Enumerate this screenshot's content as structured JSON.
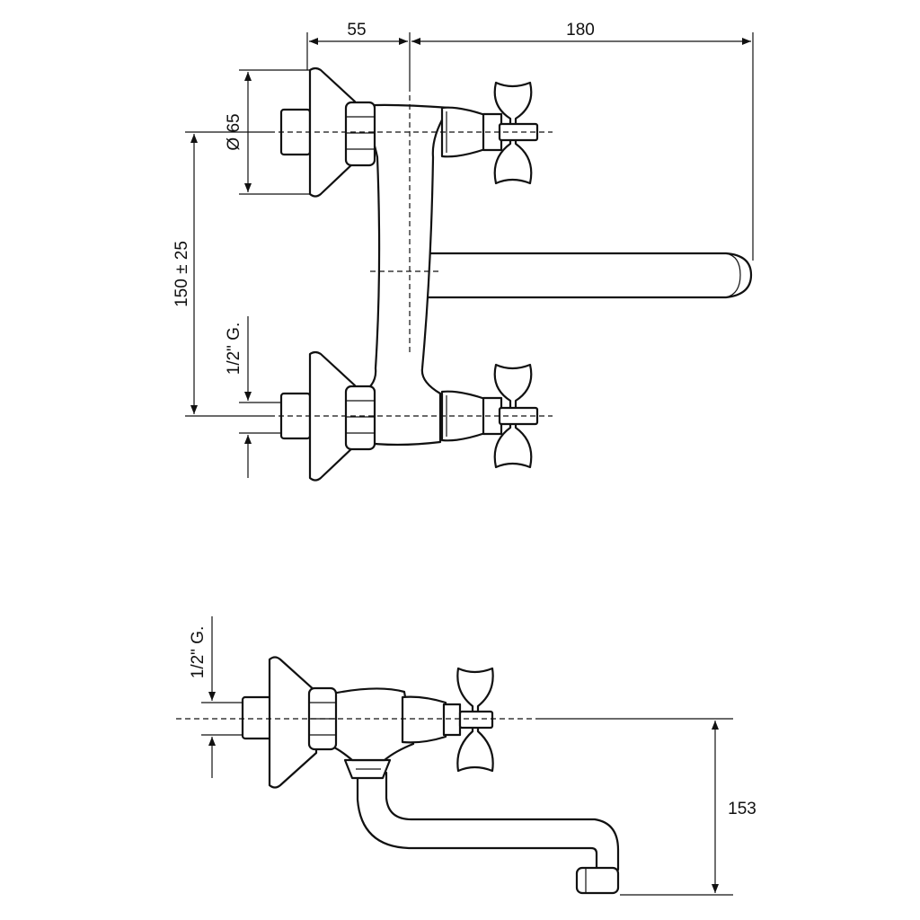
{
  "dimensions": {
    "top_width_left": "55",
    "top_width_right": "180",
    "rosette_diameter": "Ø 65",
    "inlet_spacing": "150 ± 25",
    "thread_top_view": "1/2\" G.",
    "thread_side_view": "1/2\" G.",
    "spout_height": "153"
  },
  "colors": {
    "line": "#111111",
    "background": "#ffffff"
  }
}
